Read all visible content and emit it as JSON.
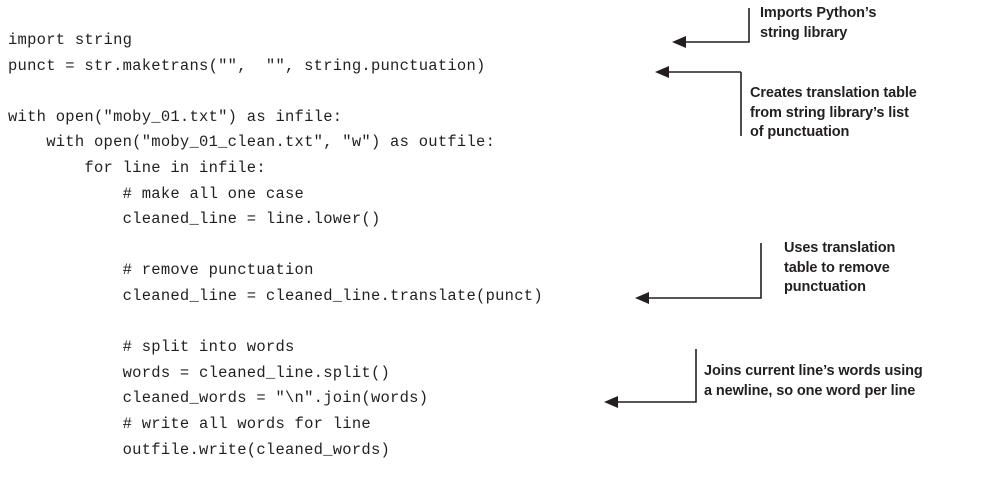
{
  "figure": {
    "kind": "annotated-code-listing",
    "background": "#ffffff",
    "ink_color": "#231f20"
  },
  "code": {
    "language": "python",
    "lines": [
      "import string",
      "punct = str.maketrans(\"\",  \"\", string.punctuation)",
      "",
      "with open(\"moby_01.txt\") as infile:",
      "    with open(\"moby_01_clean.txt\", \"w\") as outfile:",
      "        for line in infile:",
      "            # make all one case",
      "            cleaned_line = line.lower()",
      "",
      "            # remove punctuation",
      "            cleaned_line = cleaned_line.translate(punct)",
      "",
      "            # split into words",
      "            words = cleaned_line.split()",
      "            cleaned_words = \"\\n\".join(words)",
      "            # write all words for line",
      "            outfile.write(cleaned_words)"
    ]
  },
  "annotations": [
    {
      "id": "imports-python-string-library",
      "lines": [
        "Imports Python’s",
        "string library"
      ],
      "target_code_line": "import string"
    },
    {
      "id": "creates-translation-table",
      "lines": [
        "Creates translation table",
        "from string library’s list",
        "of punctuation"
      ],
      "target_code_line": "punct = str.maketrans(\"\",  \"\", string.punctuation)"
    },
    {
      "id": "uses-translation-table",
      "lines": [
        "Uses translation",
        "table to remove",
        "punctuation"
      ],
      "target_code_line": "cleaned_line = cleaned_line.translate(punct)"
    },
    {
      "id": "joins-current-lines-words",
      "lines": [
        "Joins current line’s words using",
        "a newline, so one word per line"
      ],
      "target_code_line": "cleaned_words = \"\\n\".join(words)"
    }
  ]
}
